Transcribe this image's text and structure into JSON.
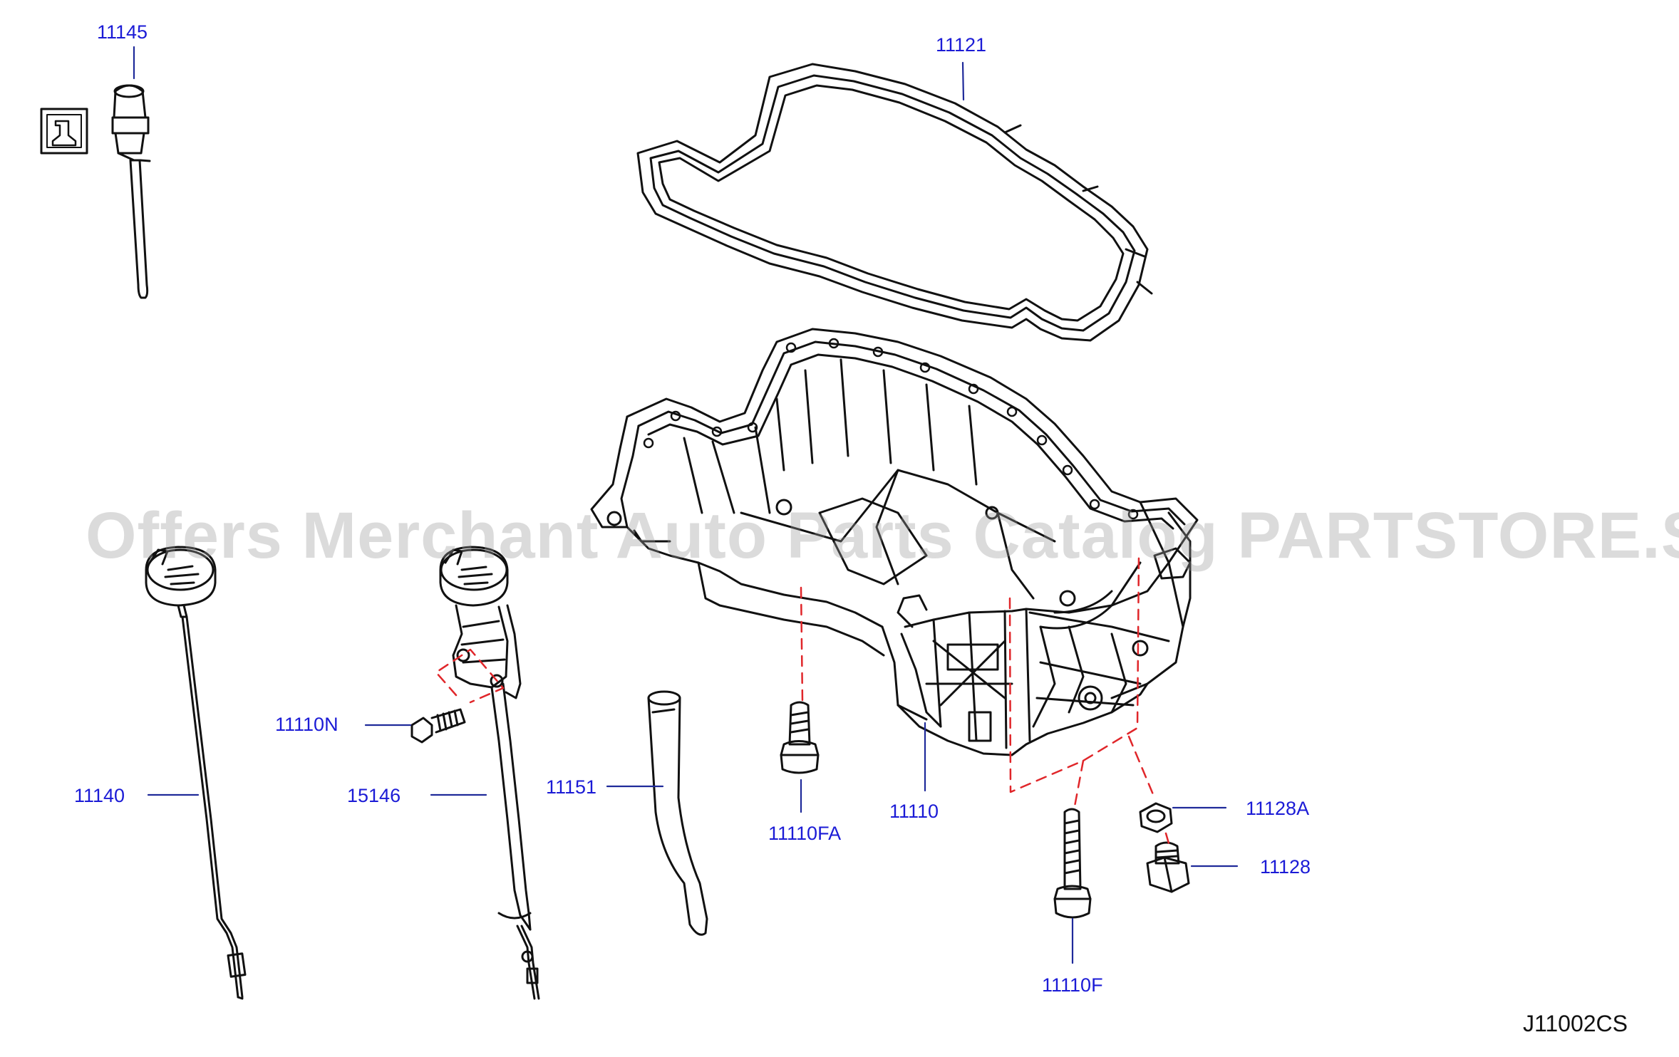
{
  "colors": {
    "callout_text": "#1b1bd6",
    "leader": "#1f2a9a",
    "line_art": "#111111",
    "dashed_guide": "#e0262a",
    "watermark": "#9a9a9a",
    "code_text": "#111111"
  },
  "diagram_code": "J11002CS",
  "watermark": "Offers Merchant Auto Parts Catalog PARTSTORE.SA",
  "callouts": {
    "p11145": "11145",
    "p11121": "11121",
    "p11110N": "11110N",
    "p11140": "11140",
    "p15146": "15146",
    "p11151": "11151",
    "p11110FA": "11110FA",
    "p11110": "11110",
    "p11128A": "11128A",
    "p11128": "11128",
    "p11110F": "11110F"
  },
  "icons": {
    "note_symbol": "reference-symbol-icon"
  }
}
